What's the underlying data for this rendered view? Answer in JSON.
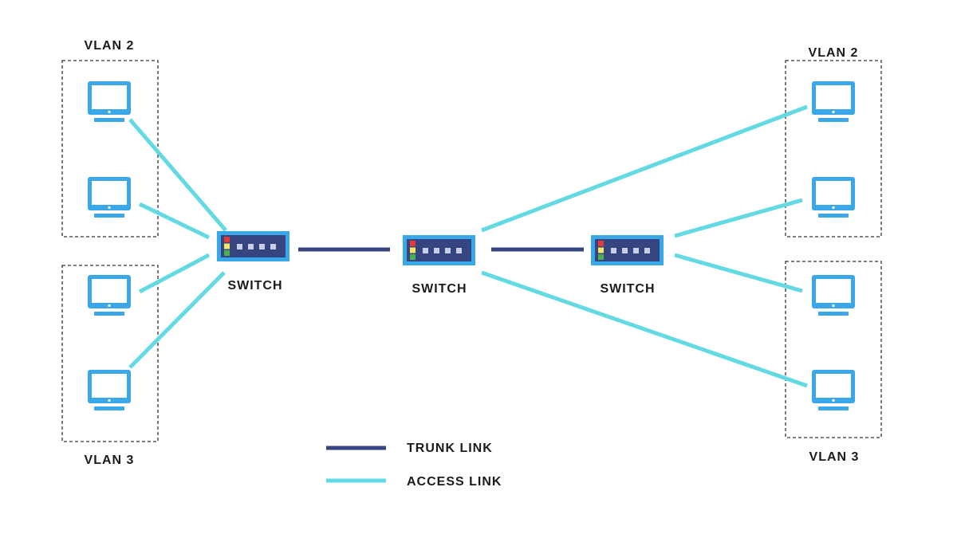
{
  "vlans": {
    "left_top": "VLAN 2",
    "left_bottom": "VLAN 3",
    "right_top": "VLAN 2",
    "right_bottom": "VLAN 3"
  },
  "switches": {
    "left": "SWITCH",
    "center": "SWITCH",
    "right": "SWITCH"
  },
  "legend": {
    "trunk_label": "TRUNK LINK",
    "access_label": "ACCESS LINK"
  },
  "colors": {
    "trunk_link": "#34457f",
    "access_link": "#63d9e4",
    "computer": "#3aa8e8",
    "switch_body": "#34457f",
    "switch_frame": "#3aa8e8",
    "led_red": "#e53935",
    "led_yellow": "#f5e663",
    "led_green": "#4caf50"
  },
  "icons": {
    "computer": "computer-icon",
    "switch": "network-switch-icon"
  }
}
